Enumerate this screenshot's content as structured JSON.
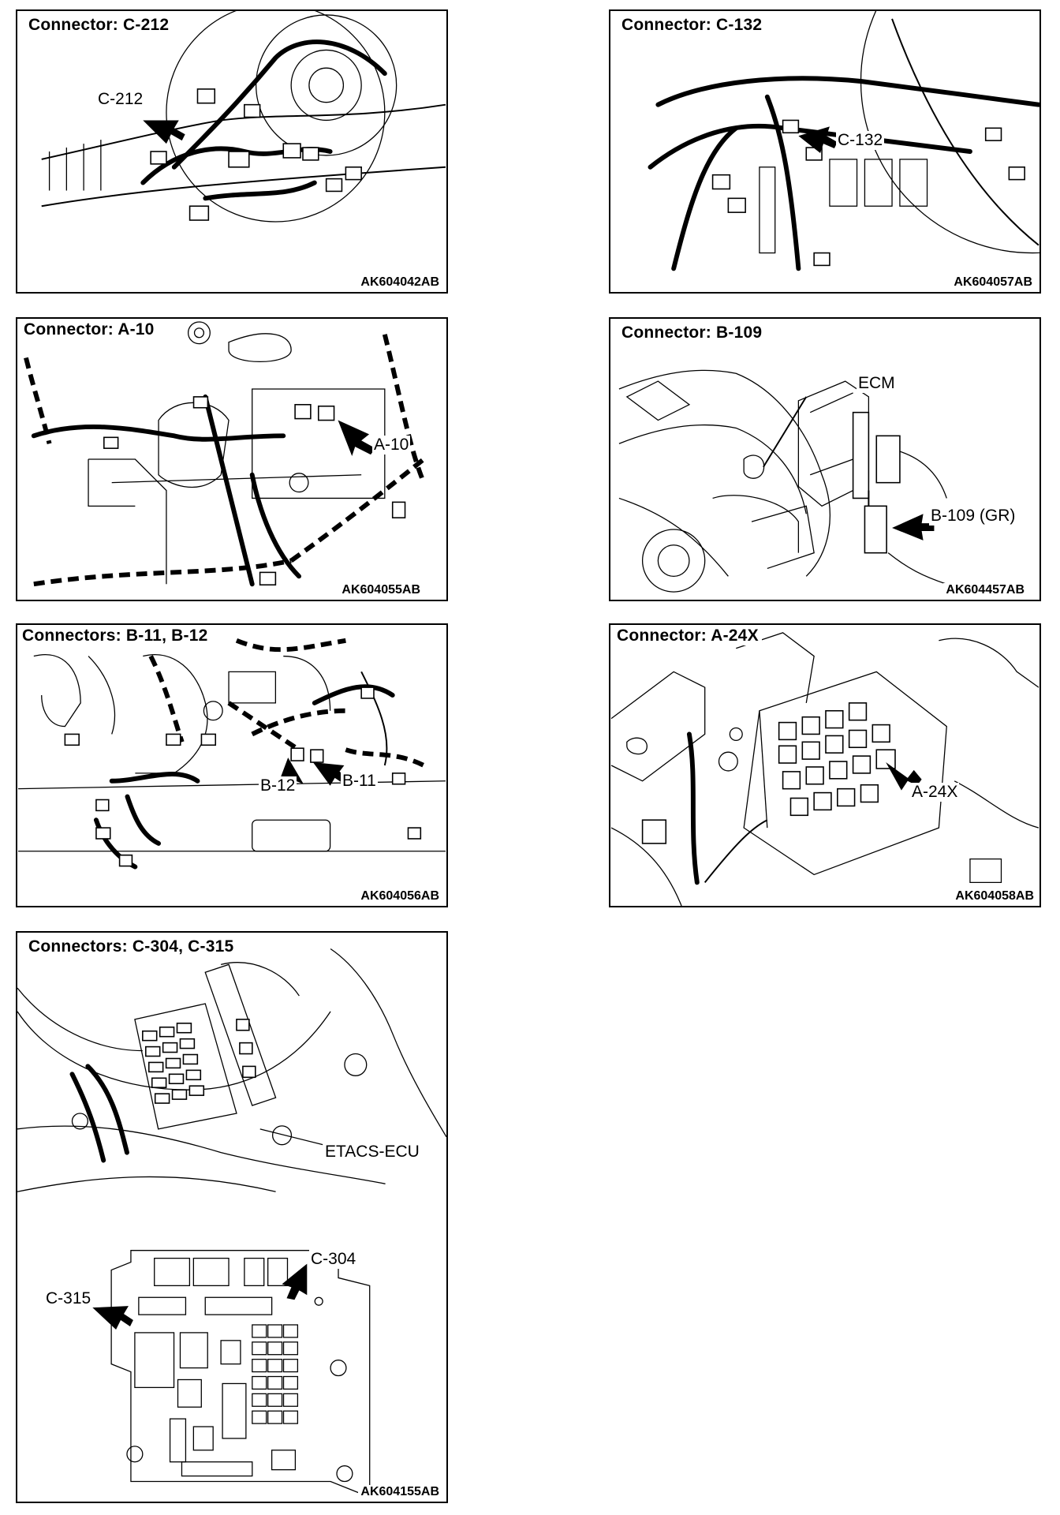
{
  "panels": [
    {
      "title": "Connector: C-212",
      "code": "AK604042AB",
      "labels": [
        "C-212"
      ]
    },
    {
      "title": "Connector: C-132",
      "code": "AK604057AB",
      "labels": [
        "C-132"
      ]
    },
    {
      "title": "Connector: A-10",
      "code": "AK604055AB",
      "labels": [
        "A-10"
      ]
    },
    {
      "title": "Connector: B-109",
      "code": "AK604457AB",
      "labels": [
        "ECM",
        "B-109 (GR)"
      ]
    },
    {
      "title": "Connectors: B-11, B-12",
      "code": "AK604056AB",
      "labels": [
        "B-12",
        "B-11"
      ]
    },
    {
      "title": "Connector: A-24X",
      "code": "AK604058AB",
      "labels": [
        "A-24X"
      ]
    },
    {
      "title": "Connectors:  C-304, C-315",
      "code": "AK604155AB",
      "labels": [
        "ETACS-ECU",
        "C-304",
        "C-315"
      ]
    }
  ]
}
